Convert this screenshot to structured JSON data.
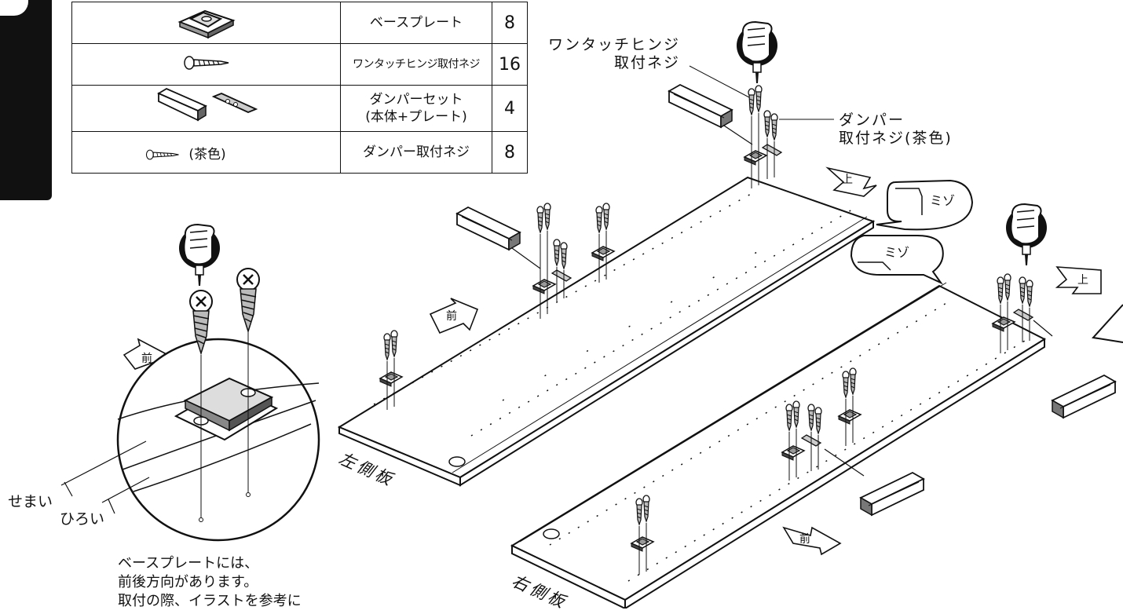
{
  "parts_table": {
    "rows": [
      {
        "name": "ベースプレート",
        "qty": "8",
        "icon": "base-plate-icon"
      },
      {
        "name": "ワンタッチヒンジ取付ネジ",
        "qty": "16",
        "icon": "screw-icon"
      },
      {
        "name_line1": "ダンパーセット",
        "name_line2": "(本体+プレート)",
        "qty": "4",
        "icon": "damper-set-icon"
      },
      {
        "name": "ダンパー取付ネジ",
        "qty": "8",
        "icon": "screw-icon",
        "icon_note": "(茶色)"
      }
    ]
  },
  "callouts": {
    "hinge_screw_line1": "ワンタッチヒンジ",
    "hinge_screw_line2": "取付ネジ",
    "damper_screw_line1": "ダンパー",
    "damper_screw_line2": "取付ネジ(茶色)",
    "groove": "ミゾ",
    "up": "上",
    "front": "前",
    "narrow": "せまい",
    "wide": "ひろい",
    "left_panel": "左側板",
    "right_panel": "右側板"
  },
  "note": {
    "line1": "ベースプレートには、",
    "line2": "前後方向があります。",
    "line3": "取付の際、イラストを参考に"
  },
  "colors": {
    "ink": "#111111",
    "paper": "#ffffff",
    "screw_gray": "#bcbcbc"
  }
}
